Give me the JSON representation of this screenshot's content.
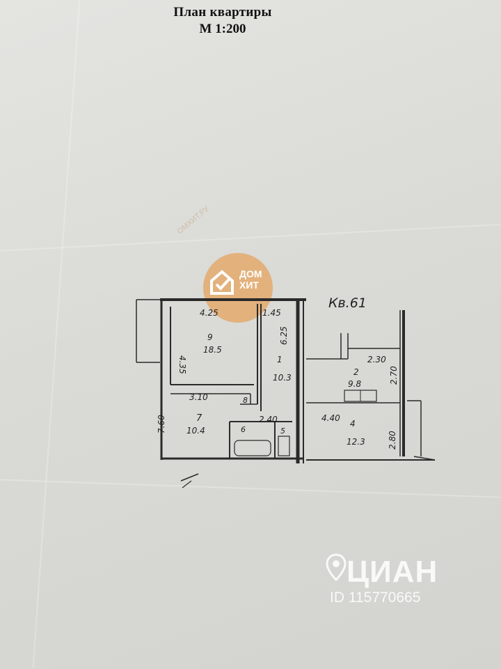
{
  "document": {
    "title": "План квартиры",
    "scale": "М 1:200"
  },
  "plan": {
    "apartment_label": "Кв.61",
    "rooms": [
      {
        "number": "9",
        "area": "18.5"
      },
      {
        "number": "1",
        "area": "10.3"
      },
      {
        "number": "2",
        "area": "9.8"
      },
      {
        "number": "7",
        "area": "10.4"
      },
      {
        "number": "4",
        "area": "12.3"
      },
      {
        "number": "8",
        "area": ""
      },
      {
        "number": "6",
        "area": ""
      },
      {
        "number": "5",
        "area": ""
      }
    ],
    "dimensions": [
      "4.25",
      "1.45",
      "4.35",
      "6.25",
      "3.10",
      "2.40",
      "7.60",
      "2.30",
      "2.70",
      "4.40",
      "2.80"
    ]
  },
  "watermarks": {
    "domhit_line1": "ДОМ",
    "domhit_line2": "ХИТ",
    "domhit_arc": "ОМХИТ.РУ",
    "cian_logo": "ЦИАН",
    "cian_id": "ID 115770665"
  },
  "colors": {
    "paper": "#dcdcd8",
    "ink": "#222222",
    "domhit_orange": "#e6a35e"
  }
}
